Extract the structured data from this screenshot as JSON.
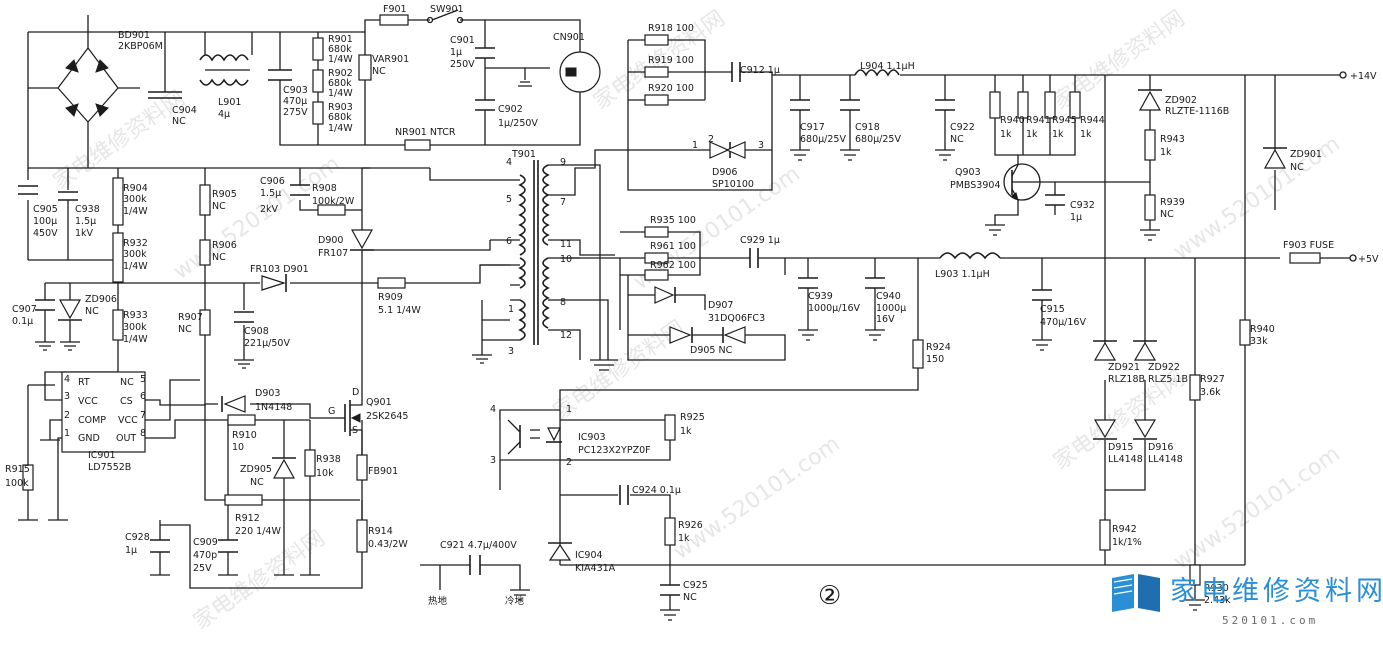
{
  "watermarks": {
    "cn": "家电维修资料网",
    "url": "www.520101.com"
  },
  "labels": [
    {
      "id": "bd901",
      "text": "BD901"
    },
    {
      "id": "bd901_v",
      "text": "2KBP06M"
    },
    {
      "id": "c904",
      "text": "C904"
    },
    {
      "id": "c904_v",
      "text": "NC"
    },
    {
      "id": "l901",
      "text": "L901"
    },
    {
      "id": "l901_v",
      "text": "4μ"
    },
    {
      "id": "c903",
      "text": "C903"
    },
    {
      "id": "c903_v1",
      "text": "470μ"
    },
    {
      "id": "c903_v2",
      "text": "275V"
    },
    {
      "id": "r901",
      "text": "R901"
    },
    {
      "id": "r901_v1",
      "text": "680k"
    },
    {
      "id": "r901_v2",
      "text": "1/4W"
    },
    {
      "id": "r902",
      "text": "R902"
    },
    {
      "id": "r902_v1",
      "text": "680k"
    },
    {
      "id": "r902_v2",
      "text": "1/4W"
    },
    {
      "id": "r903",
      "text": "R903"
    },
    {
      "id": "r903_v1",
      "text": "680k"
    },
    {
      "id": "r903_v2",
      "text": "1/4W"
    },
    {
      "id": "var901",
      "text": "VAR901"
    },
    {
      "id": "var901_v",
      "text": "NC"
    },
    {
      "id": "f901",
      "text": "F901"
    },
    {
      "id": "sw901",
      "text": "SW901"
    },
    {
      "id": "c901",
      "text": "C901"
    },
    {
      "id": "c901_v1",
      "text": "1μ"
    },
    {
      "id": "c901_v2",
      "text": "250V"
    },
    {
      "id": "cn901",
      "text": "CN901"
    },
    {
      "id": "c902",
      "text": "C902"
    },
    {
      "id": "c902_v",
      "text": "1μ/250V"
    },
    {
      "id": "nr901",
      "text": "NR901 NTCR"
    },
    {
      "id": "r918",
      "text": "R918 100"
    },
    {
      "id": "r919",
      "text": "R919 100"
    },
    {
      "id": "r920",
      "text": "R920 100"
    },
    {
      "id": "c912",
      "text": "C912 1μ"
    },
    {
      "id": "l904",
      "text": "L904 1.1μH"
    },
    {
      "id": "out14",
      "text": "+14V"
    },
    {
      "id": "zd902",
      "text": "ZD902"
    },
    {
      "id": "zd902_v",
      "text": "RLZTE-1116B"
    },
    {
      "id": "r940a",
      "text": "R940"
    },
    {
      "id": "r941",
      "text": "R941"
    },
    {
      "id": "r945",
      "text": "R945"
    },
    {
      "id": "r944",
      "text": "R944"
    },
    {
      "id": "k1a",
      "text": "1k"
    },
    {
      "id": "k1b",
      "text": "1k"
    },
    {
      "id": "k1c",
      "text": "1k"
    },
    {
      "id": "k1d",
      "text": "1k"
    },
    {
      "id": "r943",
      "text": "R943"
    },
    {
      "id": "r943_v",
      "text": "1k"
    },
    {
      "id": "c917",
      "text": "C917"
    },
    {
      "id": "c917_v",
      "text": "680μ/25V"
    },
    {
      "id": "c918",
      "text": "C918"
    },
    {
      "id": "c918_v",
      "text": "680μ/25V"
    },
    {
      "id": "c922",
      "text": "C922"
    },
    {
      "id": "c922_v",
      "text": "NC"
    },
    {
      "id": "q903",
      "text": "Q903"
    },
    {
      "id": "q903_v",
      "text": "PMBS3904"
    },
    {
      "id": "c932",
      "text": "C932"
    },
    {
      "id": "c932_v",
      "text": "1μ"
    },
    {
      "id": "r939",
      "text": "R939"
    },
    {
      "id": "r939_v",
      "text": "NC"
    },
    {
      "id": "zd901",
      "text": "ZD901"
    },
    {
      "id": "zd901_v",
      "text": "NC"
    },
    {
      "id": "d906",
      "text": "D906"
    },
    {
      "id": "d906_v",
      "text": "SP10100"
    },
    {
      "id": "pin1",
      "text": "1"
    },
    {
      "id": "pin2",
      "text": "2"
    },
    {
      "id": "pin3",
      "text": "3"
    },
    {
      "id": "t901",
      "text": "T901"
    },
    {
      "id": "tp4",
      "text": "4"
    },
    {
      "id": "tp5",
      "text": "5"
    },
    {
      "id": "tp6",
      "text": "6"
    },
    {
      "id": "tp1",
      "text": "1"
    },
    {
      "id": "tp3",
      "text": "3"
    },
    {
      "id": "tp9",
      "text": "9"
    },
    {
      "id": "tp7",
      "text": "7"
    },
    {
      "id": "tp11",
      "text": "11"
    },
    {
      "id": "tp10",
      "text": "10"
    },
    {
      "id": "tp8",
      "text": "8"
    },
    {
      "id": "tp12",
      "text": "12"
    },
    {
      "id": "c905",
      "text": "C905"
    },
    {
      "id": "c905_v1",
      "text": "100μ"
    },
    {
      "id": "c905_v2",
      "text": "450V"
    },
    {
      "id": "c938",
      "text": "C938"
    },
    {
      "id": "c938_v1",
      "text": "1.5μ"
    },
    {
      "id": "c938_v2",
      "text": "1kV"
    },
    {
      "id": "r904",
      "text": "R904"
    },
    {
      "id": "r904_v1",
      "text": "300k"
    },
    {
      "id": "r904_v2",
      "text": "1/4W"
    },
    {
      "id": "r932",
      "text": "R932"
    },
    {
      "id": "r932_v1",
      "text": "300k"
    },
    {
      "id": "r932_v2",
      "text": "1/4W"
    },
    {
      "id": "r933",
      "text": "R933"
    },
    {
      "id": "r933_v1",
      "text": "300k"
    },
    {
      "id": "r933_v2",
      "text": "1/4W"
    },
    {
      "id": "r905",
      "text": "R905"
    },
    {
      "id": "r905_v",
      "text": "NC"
    },
    {
      "id": "r906",
      "text": "R906"
    },
    {
      "id": "r906_v",
      "text": "NC"
    },
    {
      "id": "c906",
      "text": "C906"
    },
    {
      "id": "c906_v1",
      "text": "1.5μ"
    },
    {
      "id": "c906_v2",
      "text": "2kV"
    },
    {
      "id": "r908",
      "text": "R908"
    },
    {
      "id": "r908_v",
      "text": "100k/2W"
    },
    {
      "id": "d900",
      "text": "D900"
    },
    {
      "id": "d900_v",
      "text": "FR107"
    },
    {
      "id": "c907",
      "text": "C907"
    },
    {
      "id": "c907_v",
      "text": "0.1μ"
    },
    {
      "id": "zd906",
      "text": "ZD906"
    },
    {
      "id": "zd906_v",
      "text": "NC"
    },
    {
      "id": "fr103",
      "text": "FR103 D901"
    },
    {
      "id": "r909",
      "text": "R909"
    },
    {
      "id": "r909_v",
      "text": "5.1 1/4W"
    },
    {
      "id": "r907",
      "text": "R907"
    },
    {
      "id": "r907_v",
      "text": "NC"
    },
    {
      "id": "c908",
      "text": "C908"
    },
    {
      "id": "c908_v",
      "text": "221μ/50V"
    },
    {
      "id": "r935",
      "text": "R935 100"
    },
    {
      "id": "r961",
      "text": "R961 100"
    },
    {
      "id": "r962",
      "text": "R962 100"
    },
    {
      "id": "c929",
      "text": "C929 1μ"
    },
    {
      "id": "d907",
      "text": "D907"
    },
    {
      "id": "d907_v",
      "text": "31DQ06FC3"
    },
    {
      "id": "d905",
      "text": "D905 NC"
    },
    {
      "id": "c939",
      "text": "C939"
    },
    {
      "id": "c939_v",
      "text": "1000μ/16V"
    },
    {
      "id": "c940",
      "text": "C940"
    },
    {
      "id": "c940_v1",
      "text": "1000μ"
    },
    {
      "id": "c940_v2",
      "text": "16V"
    },
    {
      "id": "l903",
      "text": "L903 1.1μH"
    },
    {
      "id": "c915",
      "text": "C915"
    },
    {
      "id": "c915_v",
      "text": "470μ/16V"
    },
    {
      "id": "f903",
      "text": "F903 FUSE"
    },
    {
      "id": "out5",
      "text": "+5V"
    },
    {
      "id": "r924",
      "text": "R924"
    },
    {
      "id": "r924_v",
      "text": "150"
    },
    {
      "id": "zd921",
      "text": "ZD921"
    },
    {
      "id": "zd921_v",
      "text": "RLZ18B"
    },
    {
      "id": "zd922",
      "text": "ZD922"
    },
    {
      "id": "zd922_v",
      "text": "RLZ5.1B"
    },
    {
      "id": "r927",
      "text": "R927"
    },
    {
      "id": "r927_v",
      "text": "3.6k"
    },
    {
      "id": "r940b",
      "text": "R940"
    },
    {
      "id": "r940b_v",
      "text": "33k"
    },
    {
      "id": "d915",
      "text": "D915"
    },
    {
      "id": "d915_v",
      "text": "LL4148"
    },
    {
      "id": "d916",
      "text": "D916"
    },
    {
      "id": "d916_v",
      "text": "LL4148"
    },
    {
      "id": "r942",
      "text": "R942"
    },
    {
      "id": "r942_v",
      "text": "1k/1%"
    },
    {
      "id": "r930",
      "text": "R930"
    },
    {
      "id": "r930_v",
      "text": "2.43k"
    },
    {
      "id": "ic901",
      "text": "IC901"
    },
    {
      "id": "ic901_v",
      "text": "LD7552B"
    },
    {
      "id": "p_rt",
      "text": "RT"
    },
    {
      "id": "p_vcc",
      "text": "VCC"
    },
    {
      "id": "p_comp",
      "text": "COMP"
    },
    {
      "id": "p_gnd",
      "text": "GND"
    },
    {
      "id": "p_nc",
      "text": "NC"
    },
    {
      "id": "p_cs",
      "text": "CS"
    },
    {
      "id": "p_vcc2",
      "text": "VCC"
    },
    {
      "id": "p_out",
      "text": "OUT"
    },
    {
      "id": "pn4",
      "text": "4"
    },
    {
      "id": "pn3",
      "text": "3"
    },
    {
      "id": "pn2",
      "text": "2"
    },
    {
      "id": "pn1",
      "text": "1"
    },
    {
      "id": "pn5",
      "text": "5"
    },
    {
      "id": "pn6",
      "text": "6"
    },
    {
      "id": "pn7",
      "text": "7"
    },
    {
      "id": "pn8",
      "text": "8"
    },
    {
      "id": "r915",
      "text": "R915"
    },
    {
      "id": "r915_v",
      "text": "100k"
    },
    {
      "id": "d903",
      "text": "D903"
    },
    {
      "id": "d903_v",
      "text": "1N4148"
    },
    {
      "id": "r910",
      "text": "R910"
    },
    {
      "id": "r910_v",
      "text": "10"
    },
    {
      "id": "q901",
      "text": "Q901"
    },
    {
      "id": "q901_v",
      "text": "2SK2645"
    },
    {
      "id": "q_d",
      "text": "D"
    },
    {
      "id": "q_g",
      "text": "G"
    },
    {
      "id": "q_s",
      "text": "S"
    },
    {
      "id": "zd905",
      "text": "ZD905"
    },
    {
      "id": "zd905_v",
      "text": "NC"
    },
    {
      "id": "r938",
      "text": "R938"
    },
    {
      "id": "r938_v",
      "text": "10k"
    },
    {
      "id": "fb901",
      "text": "FB901"
    },
    {
      "id": "r912",
      "text": "R912"
    },
    {
      "id": "r912_v",
      "text": "220 1/4W"
    },
    {
      "id": "r914",
      "text": "R914"
    },
    {
      "id": "r914_v",
      "text": "0.43/2W"
    },
    {
      "id": "c928",
      "text": "C928"
    },
    {
      "id": "c928_v",
      "text": "1μ"
    },
    {
      "id": "c909",
      "text": "C909"
    },
    {
      "id": "c909_v1",
      "text": "470p"
    },
    {
      "id": "c909_v2",
      "text": "25V"
    },
    {
      "id": "c921",
      "text": "C921 4.7μ/400V"
    },
    {
      "id": "hot",
      "text": "热地"
    },
    {
      "id": "cold",
      "text": "冷地"
    },
    {
      "id": "ic903",
      "text": "IC903"
    },
    {
      "id": "ic903_v",
      "text": "PC123X2YPZ0F"
    },
    {
      "id": "o4",
      "text": "4"
    },
    {
      "id": "o1",
      "text": "1"
    },
    {
      "id": "o3",
      "text": "3"
    },
    {
      "id": "o2",
      "text": "2"
    },
    {
      "id": "r925",
      "text": "R925"
    },
    {
      "id": "r925_v",
      "text": "1k"
    },
    {
      "id": "c924",
      "text": "C924 0.1μ"
    },
    {
      "id": "r926",
      "text": "R926"
    },
    {
      "id": "r926_v",
      "text": "1k"
    },
    {
      "id": "ic904",
      "text": "IC904"
    },
    {
      "id": "ic904_v",
      "text": "KIA431A"
    },
    {
      "id": "c925",
      "text": "C925"
    },
    {
      "id": "c925_v",
      "text": "NC"
    },
    {
      "id": "circ2",
      "text": "②"
    }
  ],
  "logo": {
    "title": "家电维修资料网",
    "url": "520101.com"
  }
}
